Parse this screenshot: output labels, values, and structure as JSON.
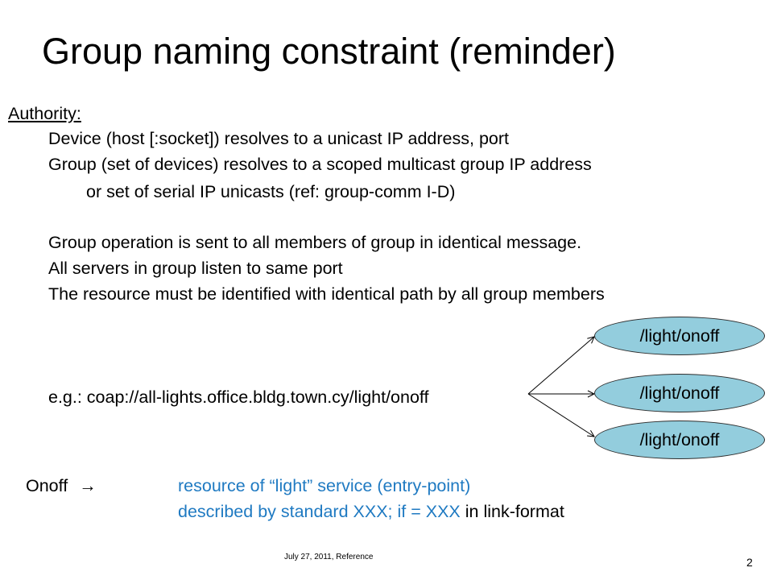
{
  "slide": {
    "title": "Group naming constraint (reminder)",
    "authority_heading": "Authority:",
    "lines": [
      "Device (host [:socket]) resolves to a unicast IP address, port",
      "Group (set of devices) resolves to a scoped multicast group IP address",
      "or set of serial IP unicasts (ref: group-comm I-D)",
      "Group operation is sent to all members of group in identical message.",
      "All servers in group listen to same port",
      "The resource must be identified with identical path by all group members"
    ],
    "example": "e.g.:  coap://all-lights.office.bldg.town.cy/light/onoff",
    "targets": [
      "/light/onoff",
      "/light/onoff",
      "/light/onoff"
    ],
    "onoff": {
      "label": "Onoff",
      "arrow": "→",
      "desc1": "resource of “light” service (entry-point)",
      "desc2_blue": "described by standard XXX; if = XXX",
      "desc2_black": " in link-format"
    },
    "footer": "July 27, 2011, Reference",
    "page_number": "2"
  },
  "colors": {
    "ellipse_fill": "#93cddd",
    "accent_text": "#1f7ac2"
  }
}
